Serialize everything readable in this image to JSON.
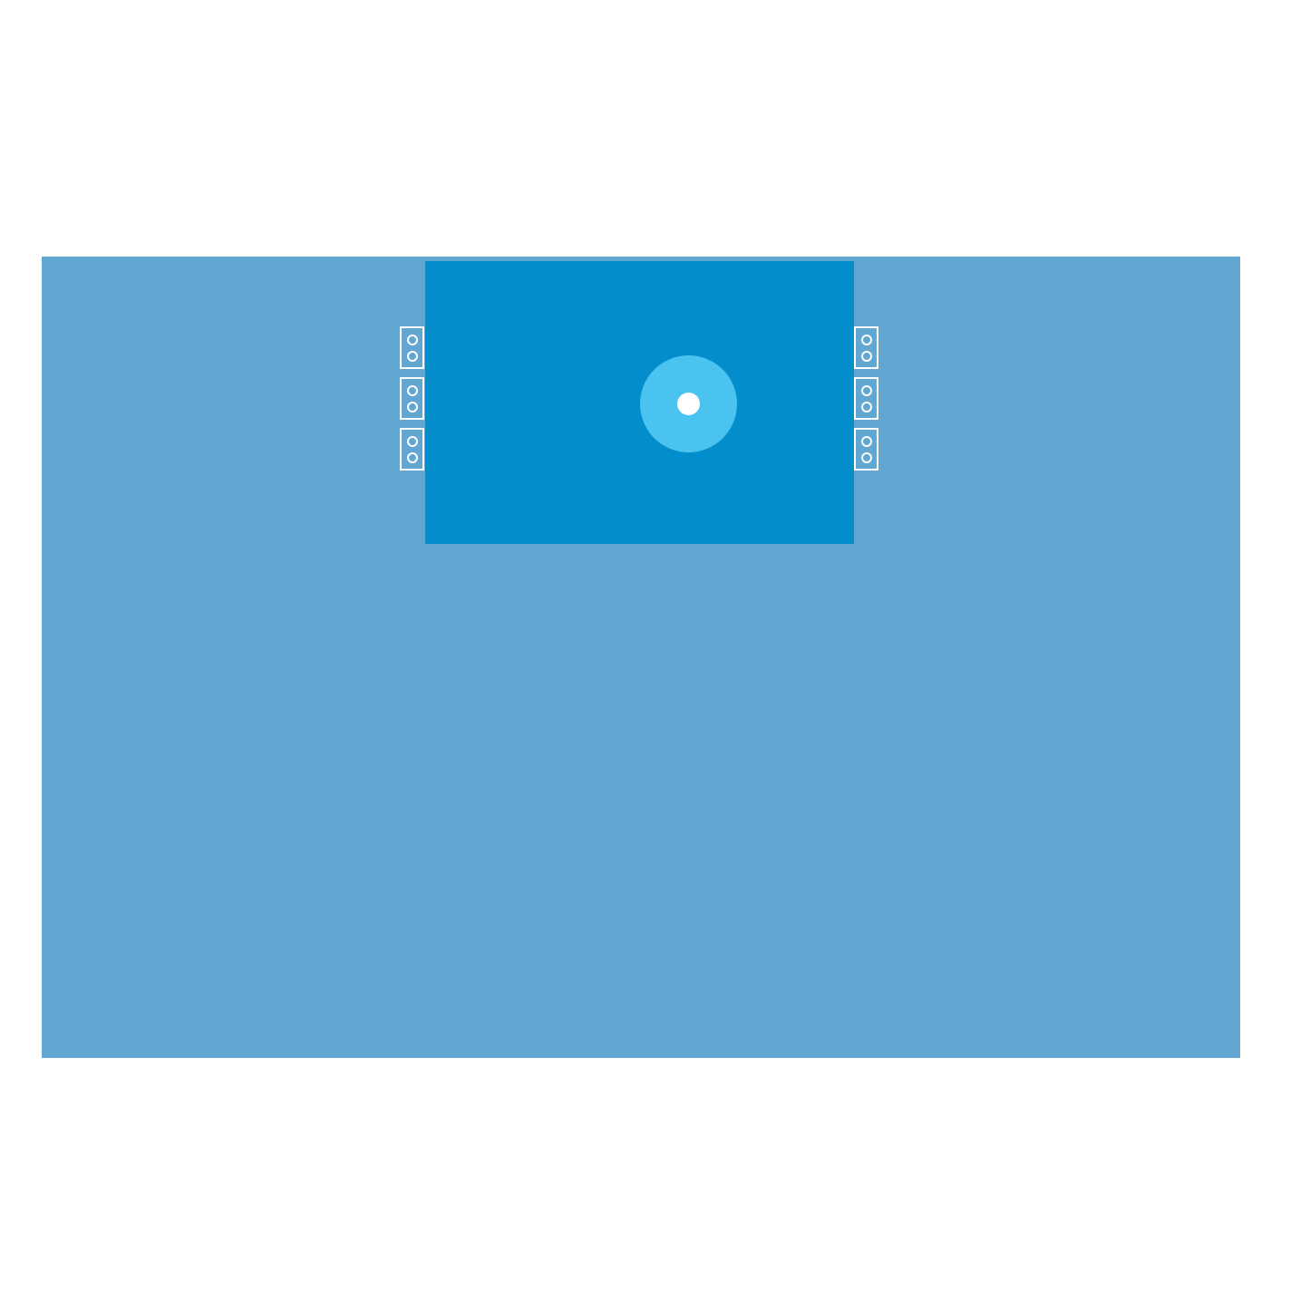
{
  "colors": {
    "background": "#ffffff",
    "sheet": "#61a7d2",
    "fenestration": "#038dca",
    "port": "#4ac3f1",
    "port_hole": "#ffffff",
    "holder_outline": "#ffffff"
  },
  "tube_holders": {
    "left_count": 3,
    "right_count": 3,
    "loops_per_holder": 2
  }
}
